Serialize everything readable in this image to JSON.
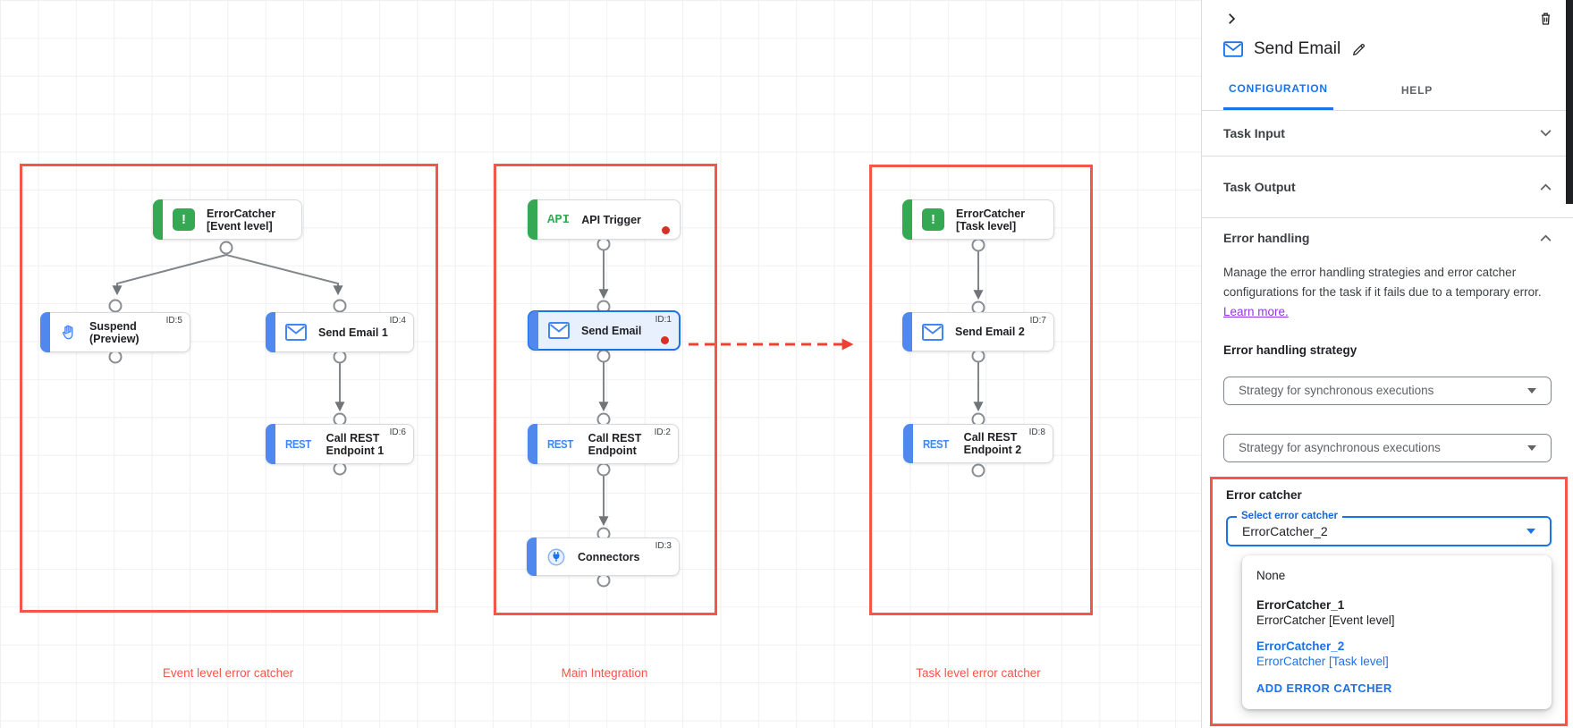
{
  "colors": {
    "group_red": "#f4564a",
    "dashed_arrow_red": "#ea4335",
    "status_dot_red": "#d93025",
    "accent_blue": "#4285f4",
    "accent_green": "#34a853",
    "link_blue": "#1a73e8",
    "visited_purple": "#9334e6"
  },
  "icons": {
    "error_mark": "!",
    "api_text": "API",
    "rest_text": "REST"
  },
  "canvas": {
    "groups": [
      {
        "caption": "Event level error catcher"
      },
      {
        "caption": "Main Integration"
      },
      {
        "caption": "Task level error catcher"
      }
    ],
    "nodes": [
      {
        "label": "ErrorCatcher",
        "label2": "[Event level]",
        "icon": "error-catcher"
      },
      {
        "label": "Suspend",
        "label2": "(Preview)",
        "id": "ID:5",
        "icon": "hand"
      },
      {
        "label": "Send Email 1",
        "id": "ID:4",
        "icon": "email"
      },
      {
        "label": "Call REST",
        "label2": "Endpoint 1",
        "id": "ID:6",
        "icon": "rest"
      },
      {
        "label": "API Trigger",
        "icon": "api"
      },
      {
        "label": "Send Email",
        "id": "ID:1",
        "icon": "email",
        "selected": true
      },
      {
        "label": "Call REST",
        "label2": "Endpoint",
        "id": "ID:2",
        "icon": "rest"
      },
      {
        "label": "Connectors",
        "id": "ID:3",
        "icon": "connector"
      },
      {
        "label": "ErrorCatcher",
        "label2": "[Task level]",
        "icon": "error-catcher"
      },
      {
        "label": "Send Email 2",
        "id": "ID:7",
        "icon": "email"
      },
      {
        "label": "Call REST",
        "label2": "Endpoint 2",
        "id": "ID:8",
        "icon": "rest"
      }
    ]
  },
  "panel": {
    "title": "Send Email",
    "tabs": [
      {
        "label": "CONFIGURATION",
        "active": true
      },
      {
        "label": "HELP",
        "active": false
      }
    ],
    "sections": [
      {
        "label": "Task Input",
        "state": "collapsed"
      },
      {
        "label": "Task Output",
        "state": "expanded"
      },
      {
        "label": "Error handling",
        "state": "expanded"
      }
    ],
    "error_handling": {
      "description": "Manage the error handling strategies and error catcher configurations for the task if it fails due to a temporary error.",
      "learn_more": "Learn more.",
      "strategy_label": "Error handling strategy",
      "sync_placeholder": "Strategy for synchronous executions",
      "async_placeholder": "Strategy for asynchronous executions",
      "error_catcher_label": "Error catcher",
      "select_label": "Select error catcher",
      "selected_value": "ErrorCatcher_2",
      "menu": {
        "items": [
          {
            "title": "None",
            "subtitle": ""
          },
          {
            "title": "ErrorCatcher_1",
            "subtitle": "ErrorCatcher [Event level]"
          },
          {
            "title": "ErrorCatcher_2",
            "subtitle": "ErrorCatcher [Task level]",
            "selected": true
          }
        ],
        "action": "ADD ERROR CATCHER"
      }
    }
  }
}
